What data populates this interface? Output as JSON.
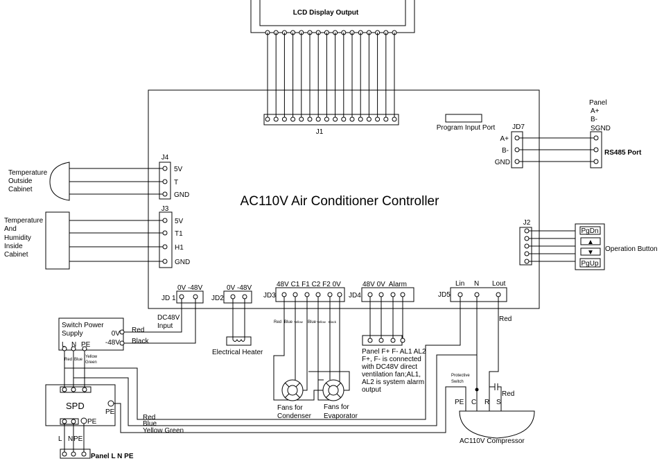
{
  "lcd": {
    "title": "LCD Display Output"
  },
  "board": {
    "title": "AC110V Air Conditioner Controller"
  },
  "j1": {
    "label": "J1"
  },
  "program_port": {
    "label": "Program Input Port"
  },
  "jd7": {
    "label": "JD7",
    "pins": [
      "A+",
      "B-",
      "GND"
    ]
  },
  "rs485": {
    "panel_lines": [
      "Panel",
      "A+",
      "B-",
      "SGND"
    ],
    "label": "RS485 Port"
  },
  "j2": {
    "label": "J2"
  },
  "operation": {
    "buttons": [
      "PgDn",
      "▲",
      "▼",
      "PgUp"
    ],
    "label": "Operation Button"
  },
  "j4": {
    "label": "J4",
    "pins": [
      "5V",
      "T",
      "GND"
    ]
  },
  "temp_outside": {
    "lines": [
      "Temperature",
      "Outside",
      "Cabinet"
    ]
  },
  "j3": {
    "label": "J3",
    "pins": [
      "5V",
      "T1",
      "H1",
      "GND"
    ]
  },
  "temp_inside": {
    "lines": [
      "Temperature",
      "And",
      "Humidity",
      "Inside",
      "Cabinet"
    ]
  },
  "jd1": {
    "label": "JD 1",
    "pins": "0V -48V",
    "input_lines": [
      "DC48V",
      "Input"
    ]
  },
  "jd2": {
    "label": "JD2",
    "pins": "0V -48V"
  },
  "heater": {
    "label": "Electrical Heater"
  },
  "jd3": {
    "label": "JD3",
    "pins": "48V C1 F1 C2 F2 0V",
    "wire_colors": [
      "Red",
      "Blue",
      "Yellow",
      "Blue",
      "Yellow",
      "Black"
    ]
  },
  "fans": {
    "condenser": [
      "Fans for",
      "Condenser"
    ],
    "evaporator": [
      "Fans for",
      "Evaporator"
    ]
  },
  "jd4": {
    "label": "JD4",
    "pins": "48V 0V  Alarm"
  },
  "alarm_panel": {
    "lines": [
      "Panel F+ F- AL1 AL2",
      "F+, F- is connected",
      "with DC48V direct",
      "ventilation fan;AL1,",
      "AL2 is system alarm",
      "output"
    ]
  },
  "jd5": {
    "label": "JD5",
    "pins": [
      "Lin",
      "N",
      "Lout"
    ],
    "wire": "Red"
  },
  "power_supply": {
    "title_lines": [
      "Switch Power",
      "Supply"
    ],
    "out": [
      "0V",
      "-48V"
    ],
    "in": [
      "L",
      "N",
      "PE"
    ],
    "out_wires": [
      "Red",
      "Black"
    ],
    "in_wires": [
      "Red",
      "Blue",
      "Yellow",
      "Green"
    ]
  },
  "spd": {
    "label": "SPD",
    "pe": "PE",
    "bottom_pe": "PE",
    "bottom": [
      "L",
      "N",
      "PE"
    ]
  },
  "panel_lnpe": {
    "label": "Panel L N PE"
  },
  "mains_wires": [
    "Red",
    "Blue",
    "Yellow Green"
  ],
  "compressor": {
    "label": "AC110V Compressor",
    "terminals": [
      "PE",
      "C",
      "R",
      "S"
    ],
    "switch_lines": [
      "Protective",
      "Switch"
    ],
    "cap_wire": "Red"
  }
}
